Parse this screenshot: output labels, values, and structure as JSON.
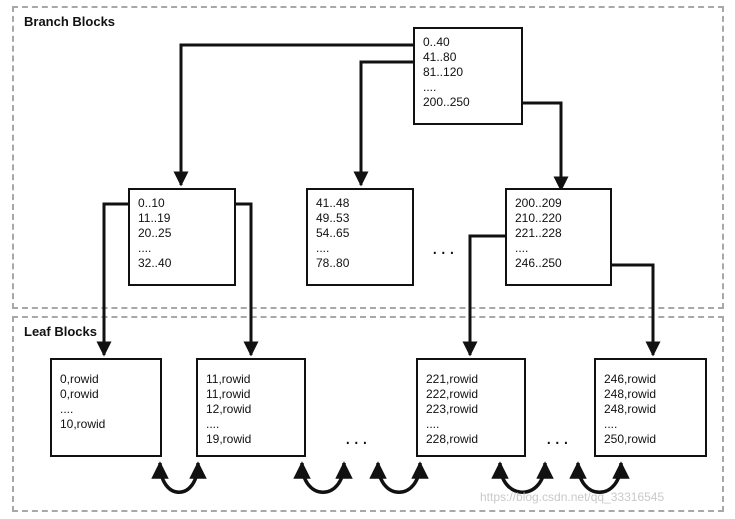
{
  "regions": {
    "branch_label": "Branch Blocks",
    "leaf_label": "Leaf Blocks"
  },
  "root_block": {
    "lines": [
      "0..40",
      "41..80",
      "81..120",
      "....",
      "200..250"
    ]
  },
  "branch_blocks": [
    {
      "lines": [
        "0..10",
        "11..19",
        "20..25",
        "....",
        "32..40"
      ]
    },
    {
      "lines": [
        "41..48",
        "49..53",
        "54..65",
        "....",
        "78..80"
      ]
    },
    {
      "lines": [
        "200..209",
        "210..220",
        "221..228",
        "....",
        "246..250"
      ]
    }
  ],
  "leaf_blocks": [
    {
      "lines": [
        "0,rowid",
        "0,rowid",
        "....",
        "10,rowid"
      ]
    },
    {
      "lines": [
        "11,rowid",
        "11,rowid",
        "12,rowid",
        "....",
        "19,rowid"
      ]
    },
    {
      "lines": [
        "221,rowid",
        "222,rowid",
        "223,rowid",
        "....",
        "228,rowid"
      ]
    },
    {
      "lines": [
        "246,rowid",
        "248,rowid",
        "248,rowid",
        "....",
        "250,rowid"
      ]
    }
  ],
  "ellipsis": "...",
  "watermark": "https://blog.csdn.net/qq_33316545",
  "colors": {
    "line": "#111111",
    "dashed_border": "#a8a8a8",
    "watermark": "#c9c9c9"
  }
}
